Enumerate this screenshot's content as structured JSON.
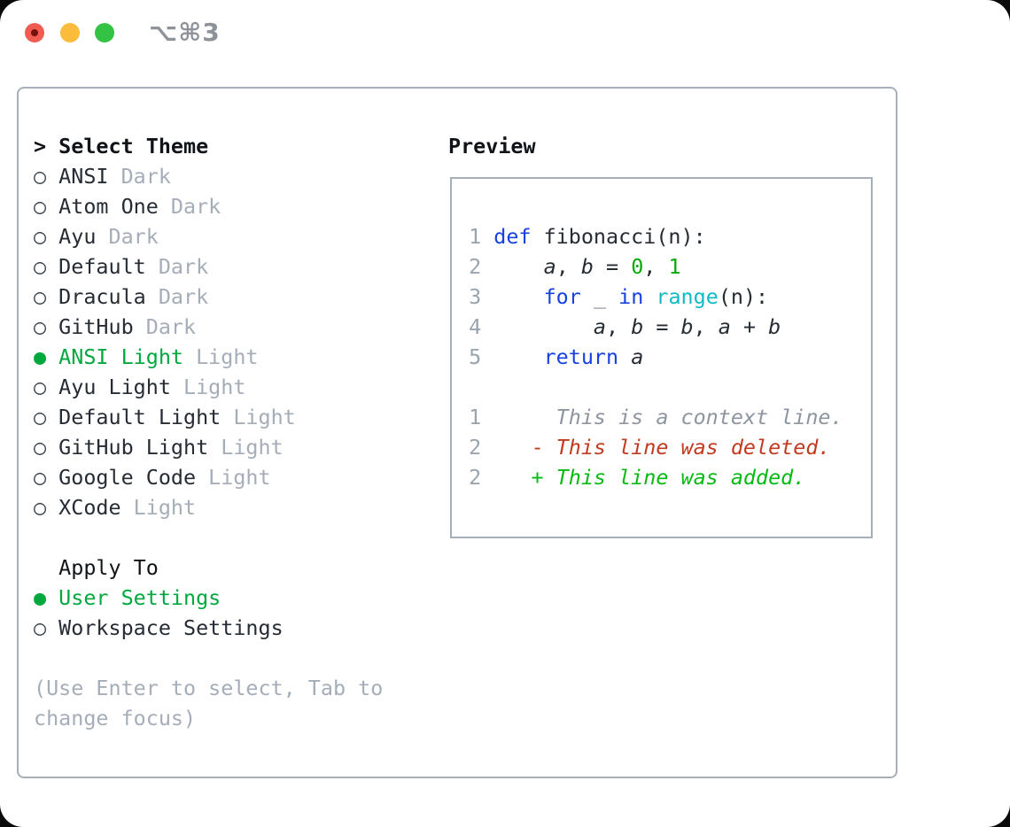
{
  "window": {
    "title": "⌥⌘3",
    "traffic_lights": [
      "close",
      "minimize",
      "zoom"
    ]
  },
  "theme_selector": {
    "heading": "Select Theme",
    "heading_prefix": ">",
    "marker_selected": "●",
    "marker_unselected": "○",
    "items": [
      {
        "label": "ANSI",
        "variant": "Dark",
        "selected": false
      },
      {
        "label": "Atom One",
        "variant": "Dark",
        "selected": false
      },
      {
        "label": "Ayu",
        "variant": "Dark",
        "selected": false
      },
      {
        "label": "Default",
        "variant": "Dark",
        "selected": false
      },
      {
        "label": "Dracula",
        "variant": "Dark",
        "selected": false
      },
      {
        "label": "GitHub",
        "variant": "Dark",
        "selected": false
      },
      {
        "label": "ANSI Light",
        "variant": "Light",
        "selected": true
      },
      {
        "label": "Ayu Light",
        "variant": "Light",
        "selected": false
      },
      {
        "label": "Default Light",
        "variant": "Light",
        "selected": false
      },
      {
        "label": "GitHub Light",
        "variant": "Light",
        "selected": false
      },
      {
        "label": "Google Code",
        "variant": "Light",
        "selected": false
      },
      {
        "label": "XCode",
        "variant": "Light",
        "selected": false
      }
    ],
    "apply_heading": "Apply To",
    "apply_items": [
      {
        "label": "User Settings",
        "selected": true
      },
      {
        "label": "Workspace Settings",
        "selected": false
      }
    ],
    "hint_lines": [
      "(Use Enter to select, Tab to",
      "change focus)"
    ]
  },
  "preview": {
    "heading": "Preview",
    "lines": [
      [],
      [
        {
          "c": "num",
          "t": " 1 "
        },
        {
          "c": "kw",
          "t": "def"
        },
        {
          "c": "pl",
          "t": " fibonacci(n):"
        }
      ],
      [
        {
          "c": "num",
          "t": " 2"
        },
        {
          "c": "pl",
          "t": "     "
        },
        {
          "c": "it",
          "t": "a"
        },
        {
          "c": "pl",
          "t": ", "
        },
        {
          "c": "it",
          "t": "b"
        },
        {
          "c": "pl",
          "t": " = "
        },
        {
          "c": "lit",
          "t": "0"
        },
        {
          "c": "pl",
          "t": ", "
        },
        {
          "c": "lit",
          "t": "1"
        }
      ],
      [
        {
          "c": "num",
          "t": " 3"
        },
        {
          "c": "pl",
          "t": "     "
        },
        {
          "c": "kw",
          "t": "for"
        },
        {
          "c": "pl",
          "t": " "
        },
        {
          "c": "us it",
          "t": "_"
        },
        {
          "c": "pl",
          "t": " "
        },
        {
          "c": "kw",
          "t": "in"
        },
        {
          "c": "pl",
          "t": " "
        },
        {
          "c": "fn",
          "t": "range"
        },
        {
          "c": "pl",
          "t": "(n):"
        }
      ],
      [
        {
          "c": "num",
          "t": " 4"
        },
        {
          "c": "pl",
          "t": "         "
        },
        {
          "c": "it",
          "t": "a"
        },
        {
          "c": "pl",
          "t": ", "
        },
        {
          "c": "it",
          "t": "b"
        },
        {
          "c": "pl",
          "t": " = "
        },
        {
          "c": "it",
          "t": "b"
        },
        {
          "c": "pl",
          "t": ", "
        },
        {
          "c": "it",
          "t": "a"
        },
        {
          "c": "pl",
          "t": " + "
        },
        {
          "c": "it",
          "t": "b"
        }
      ],
      [
        {
          "c": "num",
          "t": " 5"
        },
        {
          "c": "pl",
          "t": "     "
        },
        {
          "c": "kw",
          "t": "return"
        },
        {
          "c": "pl",
          "t": " "
        },
        {
          "c": "it",
          "t": "a"
        }
      ],
      [],
      [
        {
          "c": "num",
          "t": " 1"
        },
        {
          "c": "pl",
          "t": "      "
        },
        {
          "c": "ctx it",
          "t": "This is a context line."
        }
      ],
      [
        {
          "c": "num",
          "t": " 2"
        },
        {
          "c": "pl",
          "t": "    "
        },
        {
          "c": "del",
          "t": "- "
        },
        {
          "c": "del it",
          "t": "This line was deleted."
        }
      ],
      [
        {
          "c": "num",
          "t": " 2"
        },
        {
          "c": "pl",
          "t": "    "
        },
        {
          "c": "add",
          "t": "+ "
        },
        {
          "c": "add it",
          "t": "This line was added."
        }
      ]
    ]
  },
  "colors": {
    "accent": "#00a83e",
    "text": "#262c34",
    "heading": "#101418",
    "muted": "#a4adb8",
    "marker": "#3c434c",
    "border": "#a7afb9",
    "gutter": "#9aa4ae",
    "keyword": "#1741e1",
    "builtin": "#0fbac5",
    "literal": "#0aa80a",
    "underscore": "#6e7781",
    "context": "#8d959f",
    "removed": "#c23a20",
    "added": "#07ba12",
    "traffic-red": "#f05c51",
    "traffic-red-dot": "#741009",
    "traffic-yellow": "#fbbc3c",
    "traffic-green": "#33c243",
    "titlebar-text": "#8d9399"
  }
}
